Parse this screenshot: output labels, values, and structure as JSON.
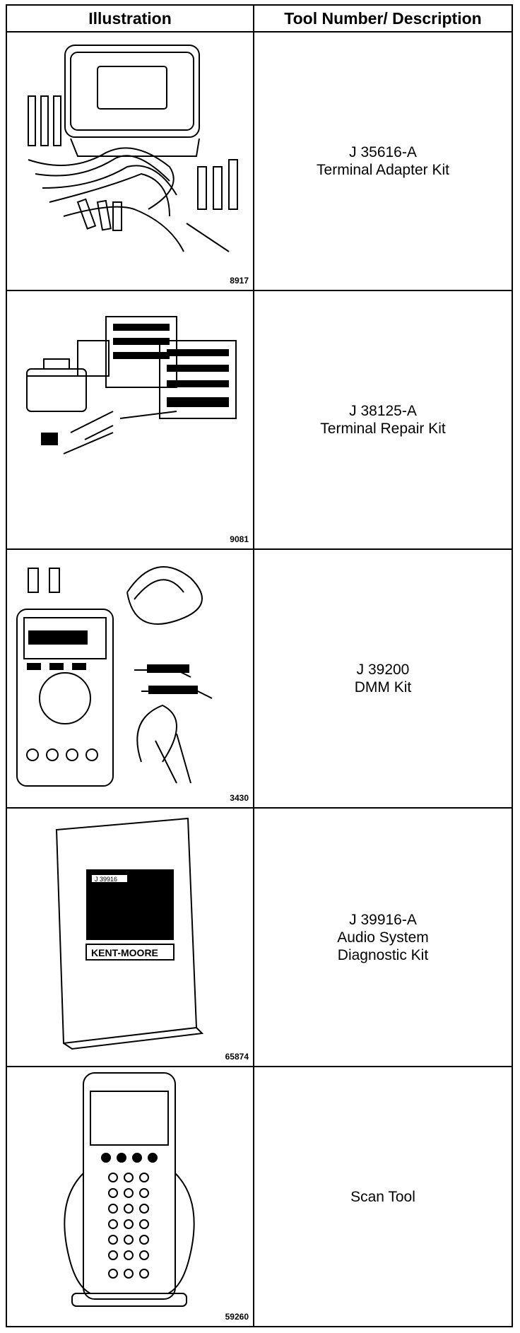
{
  "header": {
    "illustration": "Illustration",
    "tool": "Tool Number/ Description"
  },
  "rows": [
    {
      "figure": "8917",
      "lines": [
        "J 35616-A",
        "Terminal Adapter Kit"
      ],
      "icon": "terminal-adapter-kit-illustration"
    },
    {
      "figure": "9081",
      "lines": [
        "J 38125-A",
        "Terminal Repair Kit"
      ],
      "icon": "terminal-repair-kit-illustration"
    },
    {
      "figure": "3430",
      "lines": [
        "J 39200",
        "DMM Kit"
      ],
      "icon": "dmm-kit-illustration"
    },
    {
      "figure": "65874",
      "lines": [
        "J 39916-A",
        "Audio System",
        "Diagnostic Kit"
      ],
      "icon": "audio-diagnostic-kit-illustration",
      "manual_cover": [
        "J 39916",
        "KENT-MOORE"
      ]
    },
    {
      "figure": "59260",
      "lines": [
        "Scan Tool"
      ],
      "icon": "scan-tool-illustration"
    }
  ]
}
